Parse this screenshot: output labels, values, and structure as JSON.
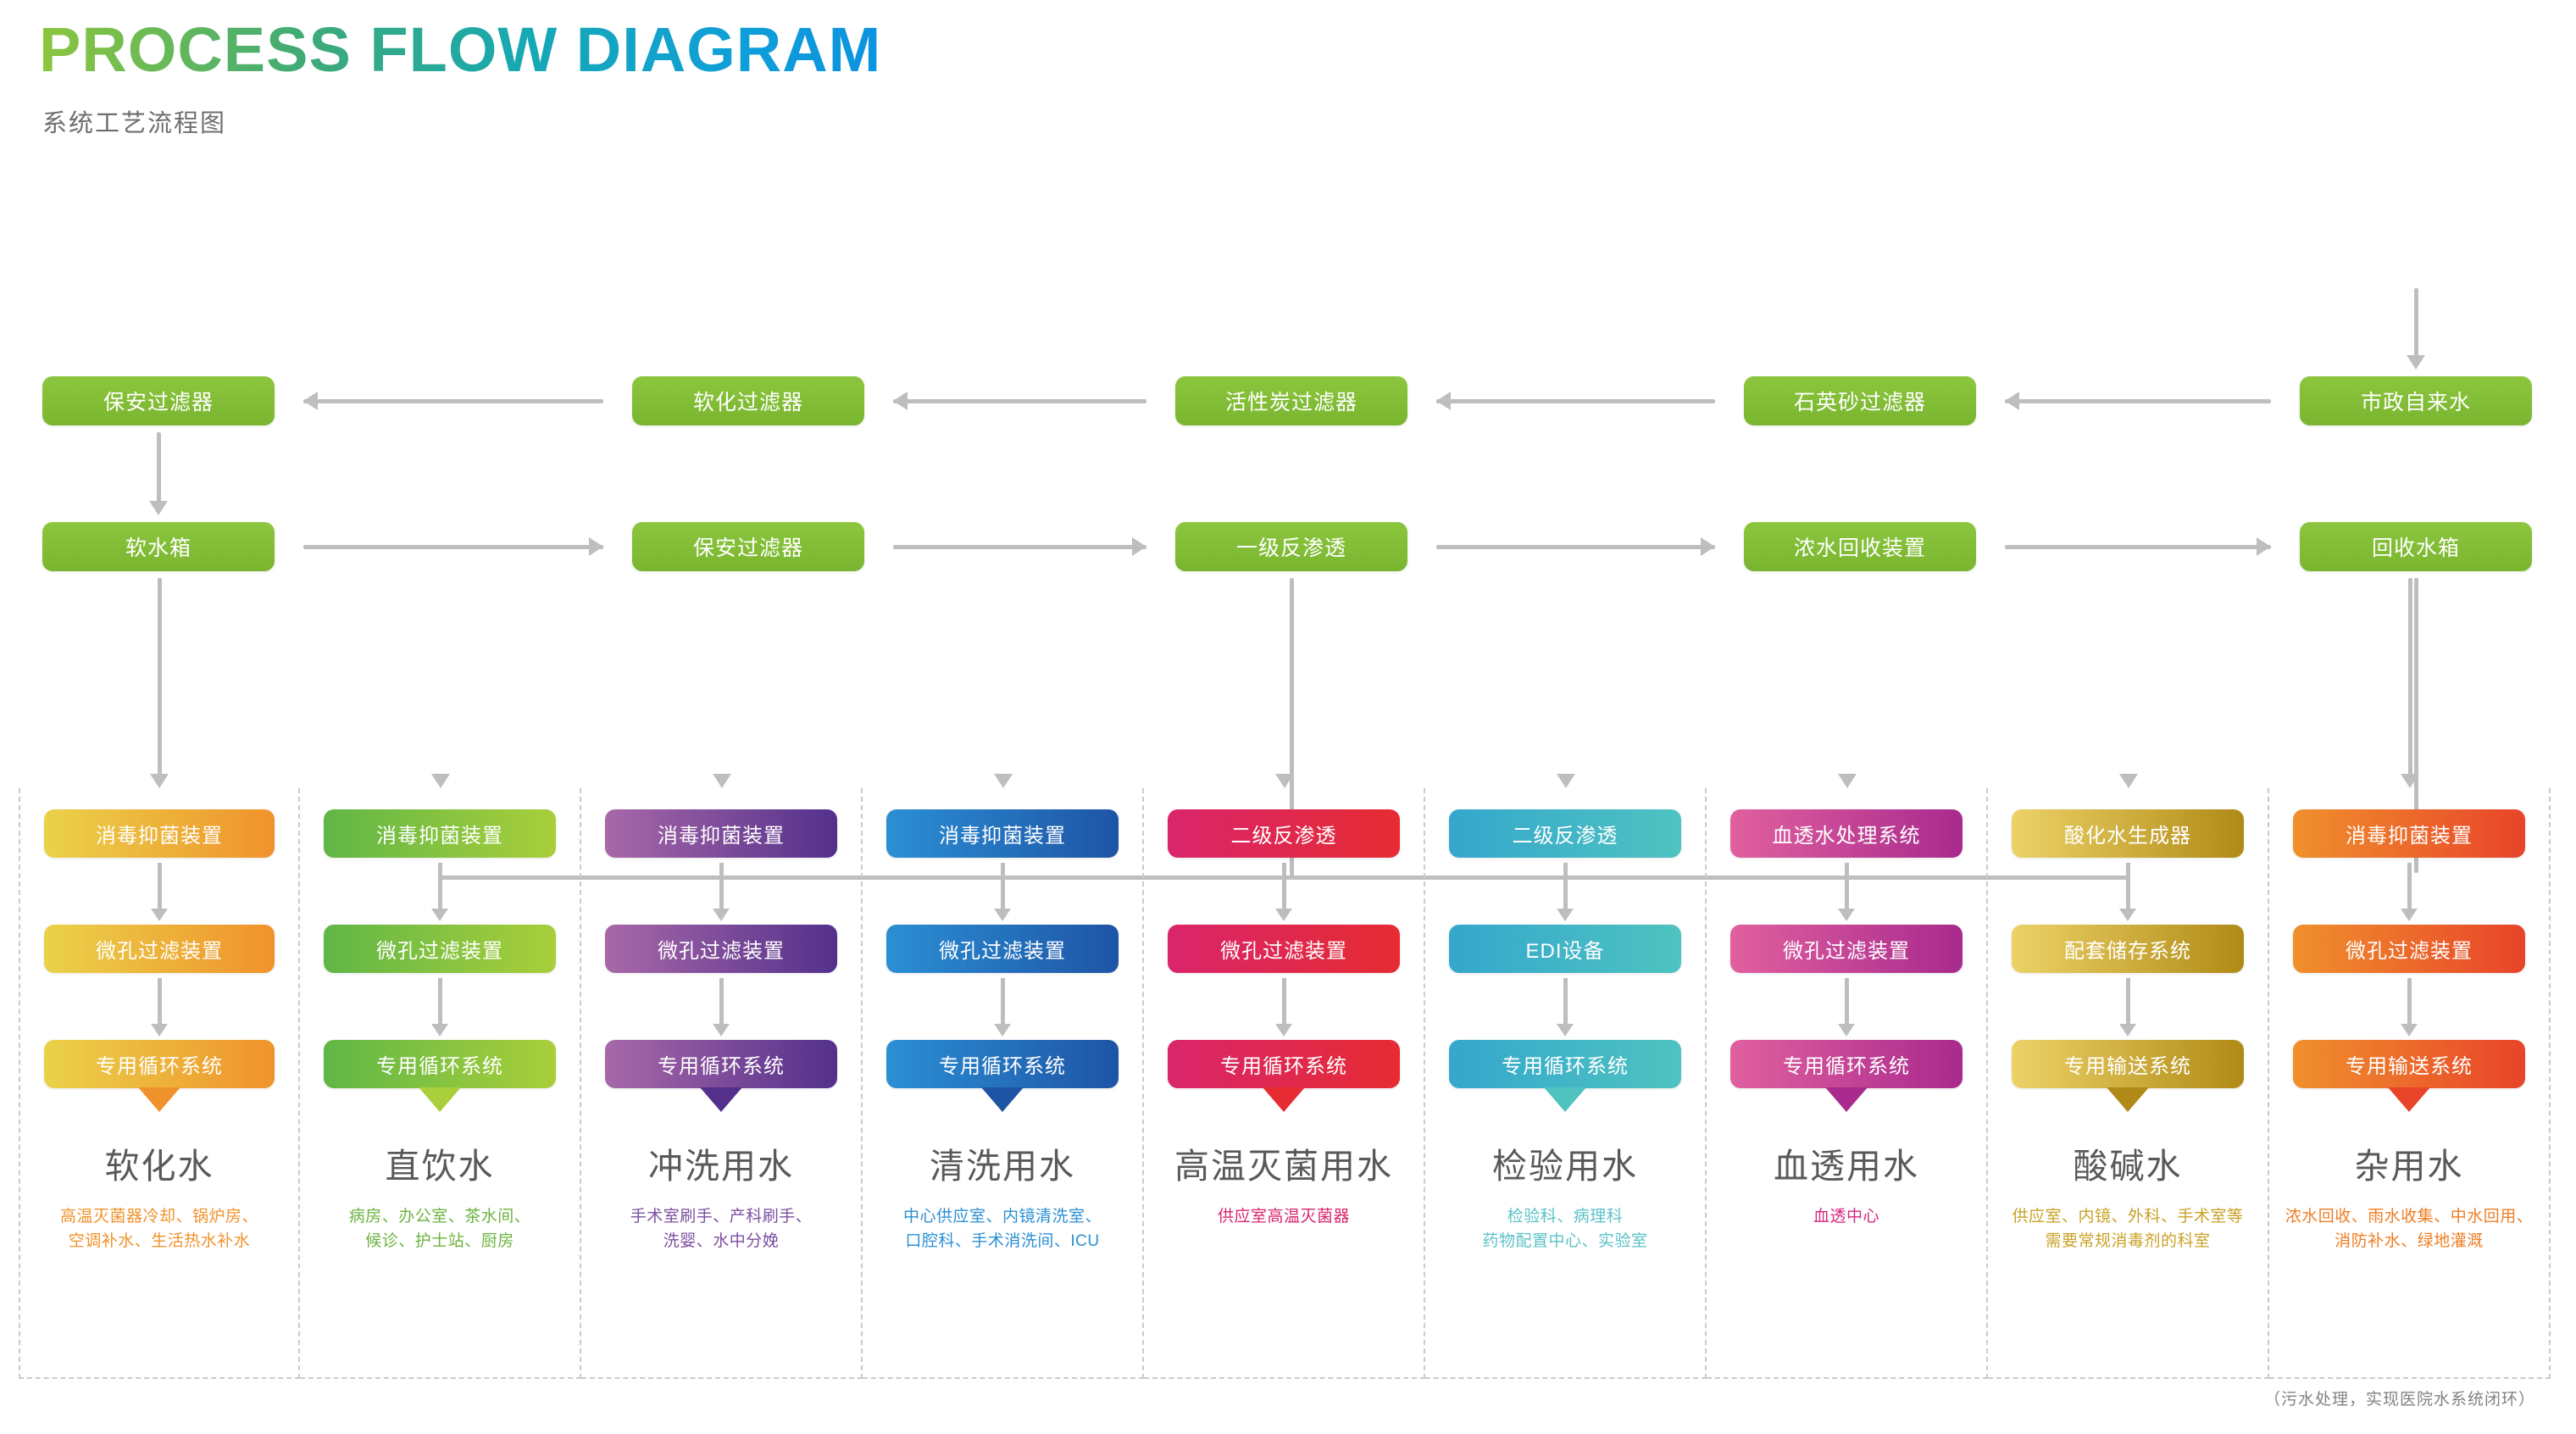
{
  "header": {
    "title": "PROCESS FLOW DIAGRAM",
    "subtitle": "系统工艺流程图",
    "title_gradient_from": "#8cc63e",
    "title_gradient_to": "#0b93e0",
    "subtitle_color": "#6d6e71"
  },
  "pretreatment": {
    "row1": [
      {
        "label": "保安过滤器"
      },
      {
        "label": "软化过滤器"
      },
      {
        "label": "活性炭过滤器"
      },
      {
        "label": "石英砂过滤器"
      },
      {
        "label": "市政自来水"
      }
    ],
    "row2": [
      {
        "label": "软水箱"
      },
      {
        "label": "保安过滤器"
      },
      {
        "label": "一级反渗透"
      },
      {
        "label": "浓水回收装置"
      },
      {
        "label": "回收水箱"
      }
    ],
    "box_color": "#8cc63f",
    "connector_color": "#bcbec0"
  },
  "columns": [
    {
      "water_name": "软化水",
      "steps": [
        "消毒抑菌装置",
        "微孔过滤装置",
        "专用循环系统"
      ],
      "uses": [
        "高温灭菌器冷却、锅炉房、",
        "空调补水、生活热水补水"
      ],
      "color_from": "#ead24a",
      "color_to": "#f0922b",
      "use_text_color": "#f0922b"
    },
    {
      "water_name": "直饮水",
      "steps": [
        "消毒抑菌装置",
        "微孔过滤装置",
        "专用循环系统"
      ],
      "uses": [
        "病房、办公室、茶水间、",
        "候诊、护士站、厨房"
      ],
      "color_from": "#61b647",
      "color_to": "#a9cf3a",
      "use_text_color": "#6cb33f"
    },
    {
      "water_name": "冲洗用水",
      "steps": [
        "消毒抑菌装置",
        "微孔过滤装置",
        "专用循环系统"
      ],
      "uses": [
        "手术室刷手、产科刷手、",
        "洗婴、水中分娩"
      ],
      "color_from": "#a868a8",
      "color_to": "#53308c",
      "use_text_color": "#7b4fa0"
    },
    {
      "water_name": "清洗用水",
      "steps": [
        "消毒抑菌装置",
        "微孔过滤装置",
        "专用循环系统"
      ],
      "uses": [
        "中心供应室、内镜清洗室、",
        "口腔科、手术消洗间、ICU"
      ],
      "color_from": "#2b8fd4",
      "color_to": "#1e54a6",
      "use_text_color": "#2b8fd4"
    },
    {
      "water_name": "高温灭菌用水",
      "steps": [
        "二级反渗透",
        "微孔过滤装置",
        "专用循环系统"
      ],
      "uses": [
        "供应室高温灭菌器"
      ],
      "color_from": "#d9256b",
      "color_to": "#e62b32",
      "use_text_color": "#d9256b"
    },
    {
      "water_name": "检验用水",
      "steps": [
        "二级反渗透",
        "EDI设备",
        "专用循环系统"
      ],
      "uses": [
        "检验科、病理科",
        "药物配置中心、实验室"
      ],
      "color_from": "#35a7cd",
      "color_to": "#4ec3c0",
      "use_text_color": "#5bc2c8"
    },
    {
      "water_name": "血透用水",
      "steps": [
        "血透水处理系统",
        "微孔过滤装置",
        "专用循环系统"
      ],
      "uses": [
        "血透中心"
      ],
      "color_from": "#e1609f",
      "color_to": "#a82a8d",
      "use_text_color": "#d62782"
    },
    {
      "water_name": "酸碱水",
      "steps": [
        "酸化水生成器",
        "配套储存系统",
        "专用输送系统"
      ],
      "uses": [
        "供应室、内镜、外科、手术室等",
        "需要常规消毒剂的科室"
      ],
      "color_from": "#ecd267",
      "color_to": "#b08a16",
      "use_text_color": "#c9a227"
    },
    {
      "water_name": "杂用水",
      "steps": [
        "消毒抑菌装置",
        "微孔过滤装置",
        "专用输送系统"
      ],
      "uses": [
        "浓水回收、雨水收集、中水回用、",
        "消防补水、绿地灌溉"
      ],
      "color_from": "#f0902c",
      "color_to": "#e8442a",
      "use_text_color": "#ef7d23"
    }
  ],
  "footnote": "（污水处理，实现医院水系统闭环）"
}
